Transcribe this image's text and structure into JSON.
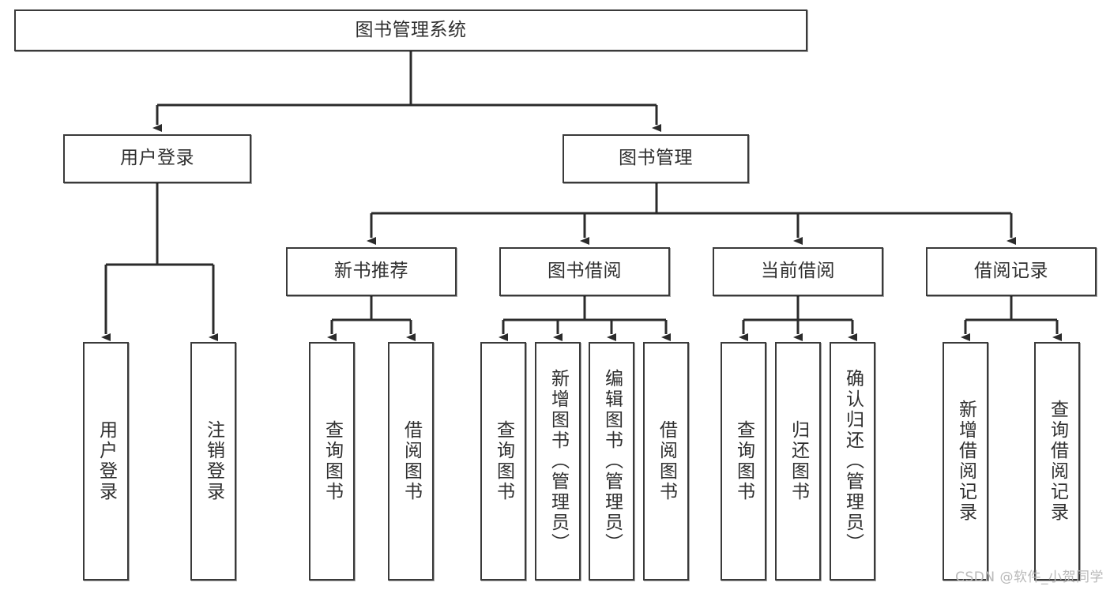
{
  "diagram": {
    "type": "tree-hierarchy",
    "title": "图书管理系统",
    "watermark": "CSDN @软件_小贺同学",
    "colors": {
      "box_border": "#3a3a3a",
      "box_fill": "#ffffff",
      "connector": "#2b2b2b",
      "text": "#2f2f2f",
      "watermark": "#b9b9b9",
      "background": "#ffffff"
    },
    "nodes": {
      "root": {
        "label": "图书管理系统"
      },
      "level2": [
        {
          "id": "user-login",
          "label": "用户登录"
        },
        {
          "id": "book-manage",
          "label": "图书管理"
        }
      ],
      "level3": [
        {
          "id": "new-book-recommend",
          "label": "新书推荐"
        },
        {
          "id": "book-borrow",
          "label": "图书借阅"
        },
        {
          "id": "current-borrow",
          "label": "当前借阅"
        },
        {
          "id": "borrow-record",
          "label": "借阅记录"
        }
      ],
      "leaves": {
        "user-login": [
          {
            "id": "leaf-user-login",
            "label": "用户登录"
          },
          {
            "id": "leaf-logout-login",
            "label": "注销登录"
          }
        ],
        "new-book-recommend": [
          {
            "id": "leaf-query-book-1",
            "label": "查询图书"
          },
          {
            "id": "leaf-borrow-book-1",
            "label": "借阅图书"
          }
        ],
        "book-borrow": [
          {
            "id": "leaf-query-book-2",
            "label": "查询图书"
          },
          {
            "id": "leaf-add-book",
            "label": "新增图书（管理员）"
          },
          {
            "id": "leaf-edit-book",
            "label": "编辑图书（管理员）"
          },
          {
            "id": "leaf-borrow-book-2",
            "label": "借阅图书"
          }
        ],
        "current-borrow": [
          {
            "id": "leaf-query-book-3",
            "label": "查询图书"
          },
          {
            "id": "leaf-return-book",
            "label": "归还图书"
          },
          {
            "id": "leaf-confirm-return",
            "label": "确认归还（管理员）"
          }
        ],
        "borrow-record": [
          {
            "id": "leaf-add-record",
            "label": "新增借阅记录"
          },
          {
            "id": "leaf-query-record",
            "label": "查询借阅记录"
          }
        ]
      }
    }
  }
}
